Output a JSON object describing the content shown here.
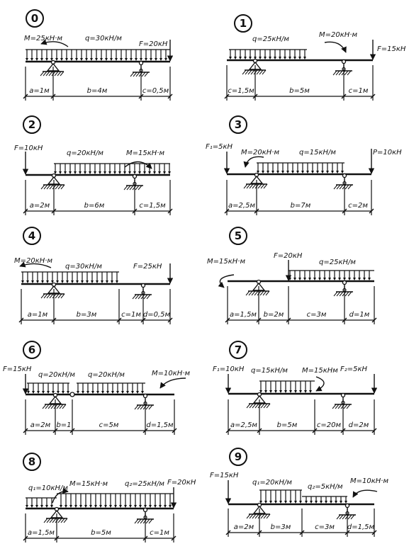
{
  "colors": {
    "ink": "#111111",
    "paper": "#ffffff"
  },
  "schemes": [
    {
      "number": "0",
      "labels": {
        "M": "M=25кН·м",
        "q": "q=30кН/м",
        "F": "F=20кН"
      },
      "dims": [
        "a=1м",
        "b=4м",
        "c=0,5м"
      ]
    },
    {
      "number": "1",
      "labels": {
        "q": "q=25кН/м",
        "M": "M=20кН·м",
        "F": "F=15кН"
      },
      "dims": [
        "c=1,5м",
        "b=5м",
        "c=1м"
      ]
    },
    {
      "number": "2",
      "labels": {
        "F": "F=10кН",
        "q": "q=20кН/м",
        "M": "M=15кН·м"
      },
      "dims": [
        "a=2м",
        "b=6м",
        "c=1,5м"
      ]
    },
    {
      "number": "3",
      "labels": {
        "F1": "F₁=5кН",
        "M": "M=20кН·м",
        "q": "q=15кН/м",
        "P": "P=10кН"
      },
      "dims": [
        "a=2,5м",
        "b=7м",
        "c=2м"
      ]
    },
    {
      "number": "4",
      "labels": {
        "M": "M=20кН·м",
        "q": "q=30кН/м",
        "F": "F=25кН"
      },
      "dims": [
        "a=1м",
        "b=3м",
        "c=1м",
        "d=0,5м"
      ]
    },
    {
      "number": "5",
      "labels": {
        "M": "M=15кН·м",
        "F": "F=20кН",
        "q": "q=25кН/м"
      },
      "dims": [
        "a=1,5м",
        "b=2м",
        "c=3м",
        "d=1м"
      ]
    },
    {
      "number": "6",
      "labels": {
        "F": "F=15кН",
        "q1": "q=20кН/м",
        "q2": "q=20кН/м",
        "M": "M=10кН·м"
      },
      "dims": [
        "a=2м",
        "b=1",
        "c=5м",
        "d=1,5м"
      ]
    },
    {
      "number": "7",
      "labels": {
        "F1": "F₁=10кН",
        "q": "q=15кН/м",
        "M": "M=15кНм",
        "F2": "F₂=5кН"
      },
      "dims": [
        "a=2,5м",
        "b=5м",
        "c=20м",
        "d=2м"
      ]
    },
    {
      "number": "8",
      "labels": {
        "q1": "q₁=10кН/м",
        "M": "M=15кН·м",
        "q2": "q₂=25кН/м",
        "F": "F=20кН"
      },
      "dims": [
        "a=1,5м",
        "b=5м",
        "c=1м"
      ]
    },
    {
      "number": "9",
      "labels": {
        "F": "F=15кН",
        "q1": "q₁=20кН/м",
        "q2": "q₂=5кН/м",
        "M": "M=10кН·м"
      },
      "dims": [
        "a=2м",
        "b=3м",
        "c=3м",
        "d=1,5м"
      ]
    }
  ]
}
